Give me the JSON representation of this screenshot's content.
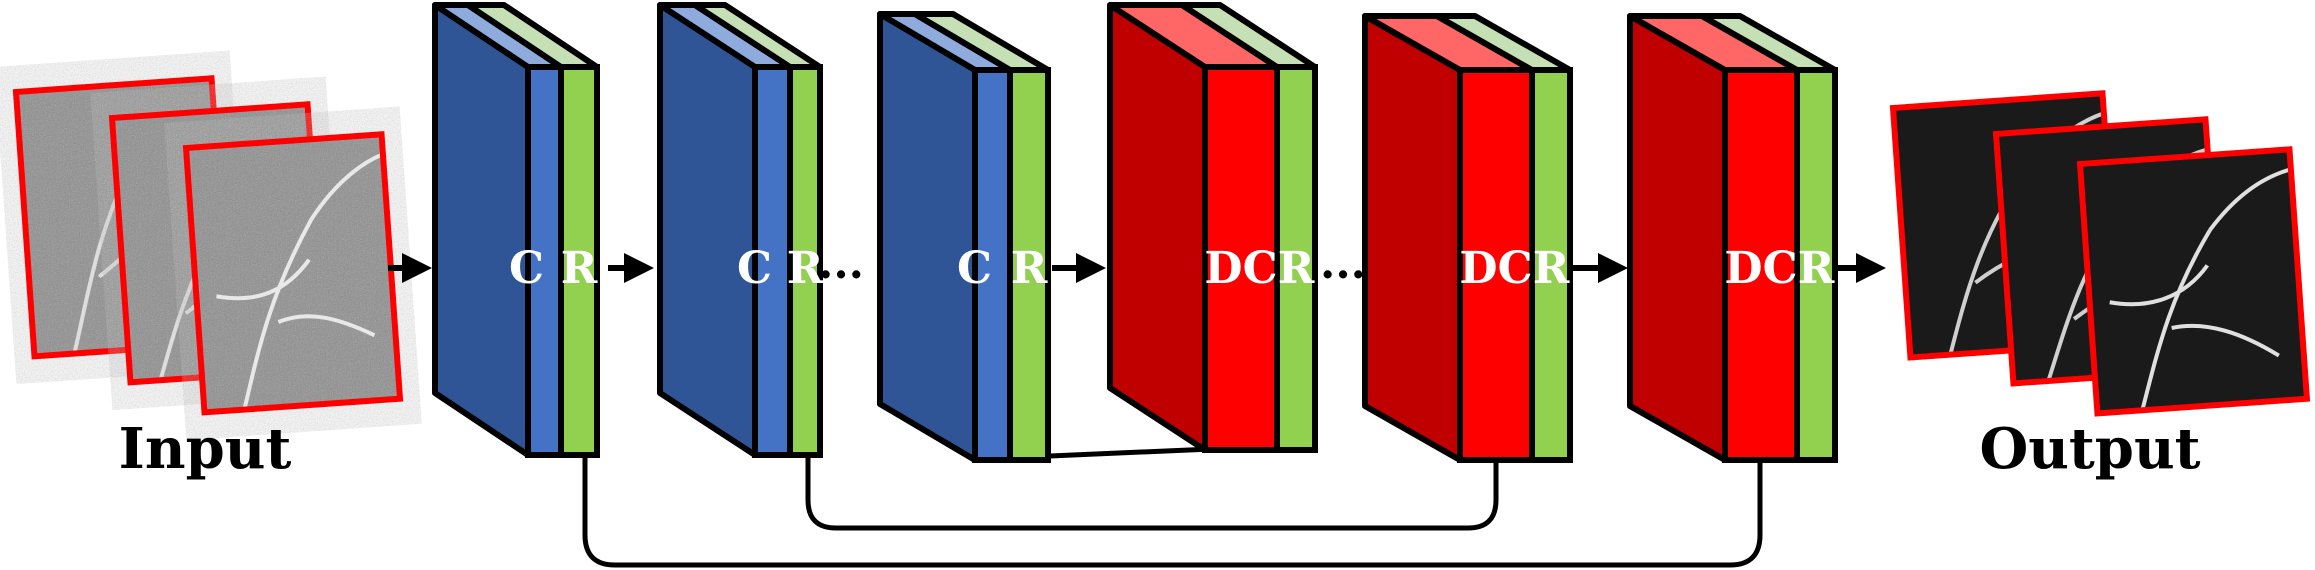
{
  "diagram": {
    "input_label": "Input",
    "output_label": "Output",
    "blocks": [
      {
        "kind": "encoder",
        "labels": [
          "C",
          "R"
        ]
      },
      {
        "kind": "encoder",
        "labels": [
          "C",
          "R"
        ]
      },
      {
        "kind": "encoder",
        "labels": [
          "C",
          "R"
        ]
      },
      {
        "kind": "decoder",
        "labels": [
          "DC",
          "R"
        ]
      },
      {
        "kind": "decoder",
        "labels": [
          "DC",
          "R"
        ]
      },
      {
        "kind": "decoder",
        "labels": [
          "DC",
          "R"
        ]
      }
    ],
    "ellipsis": [
      "...",
      "..."
    ],
    "colors": {
      "encoder_front": "#4472c4",
      "encoder_side": "#2f5597",
      "encoder_top": "#8faadc",
      "decoder_front": "#ff0000",
      "decoder_side": "#c00000",
      "decoder_top": "#ff6666",
      "relu_front": "#92d050",
      "relu_top": "#c5e0b4",
      "image_border": "#ff0000",
      "noisy_image_bg": "#8a8a8a",
      "output_image_bg": "#1a1a1a"
    }
  }
}
